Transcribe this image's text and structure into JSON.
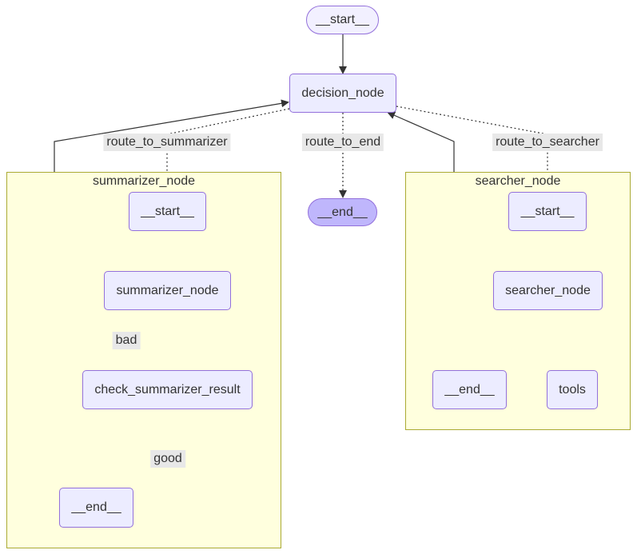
{
  "graph": {
    "start": "__start__",
    "decision": "decision_node",
    "end": "__end__",
    "labels": {
      "route_to_summarizer": "route_to_summarizer",
      "route_to_end": "route_to_end",
      "route_to_searcher": "route_to_searcher",
      "bad": "bad",
      "good": "good"
    }
  },
  "summarizer_cluster": {
    "title": "summarizer_node",
    "start": "__start__",
    "node": "summarizer_node",
    "check": "check_summarizer_result",
    "end": "__end__"
  },
  "searcher_cluster": {
    "title": "searcher_node",
    "start": "__start__",
    "node": "searcher_node",
    "end": "__end__",
    "tools": "tools"
  },
  "colors": {
    "node_fill": "#ececff",
    "node_border": "#9370db",
    "end_fill": "#bfb6fc",
    "cluster_fill": "#ffffde",
    "cluster_border": "#aaaa33",
    "edge": "#333333",
    "label_bg": "#e8e8e8"
  }
}
